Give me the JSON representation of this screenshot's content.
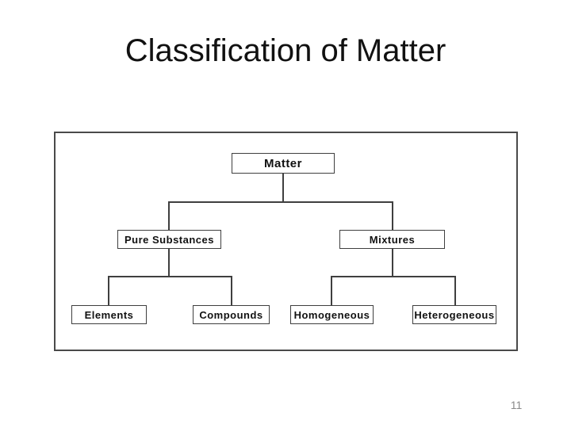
{
  "slide": {
    "title": "Classification of Matter",
    "page_number": "11"
  },
  "diagram": {
    "type": "tree",
    "nodes": [
      {
        "id": "matter",
        "label": "Matter",
        "parent": null
      },
      {
        "id": "pure-substances",
        "label": "Pure Substances",
        "parent": "matter"
      },
      {
        "id": "mixtures",
        "label": "Mixtures",
        "parent": "matter"
      },
      {
        "id": "elements",
        "label": "Elements",
        "parent": "pure-substances"
      },
      {
        "id": "compounds",
        "label": "Compounds",
        "parent": "pure-substances"
      },
      {
        "id": "homogeneous",
        "label": "Homogeneous",
        "parent": "mixtures"
      },
      {
        "id": "heterogeneous",
        "label": "Heterogeneous",
        "parent": "mixtures"
      }
    ]
  },
  "colors": {
    "diagram-line": "#3f3f3f",
    "figure-border": "#4a4a4a",
    "text": "#111111",
    "page-number": "#8a8a8a",
    "background": "#ffffff"
  }
}
